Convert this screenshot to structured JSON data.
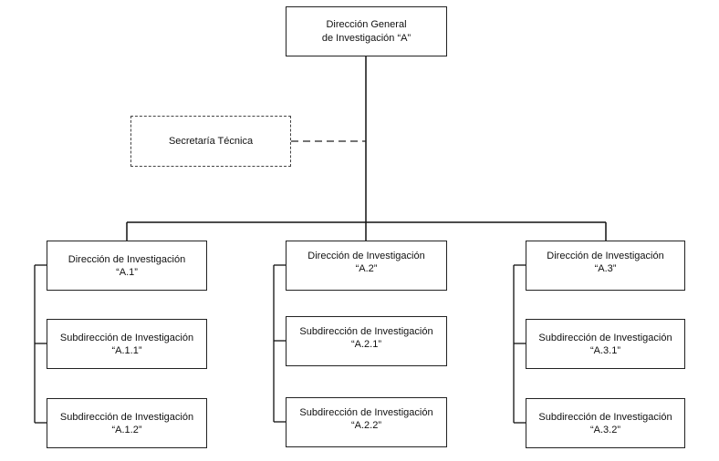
{
  "org_chart": {
    "root": {
      "line1": "Dirección General",
      "line2": "de Investigación “A”"
    },
    "staff": {
      "label": "Secretaría Técnica"
    },
    "branches": [
      {
        "head": {
          "line1": "Dirección de Investigación",
          "line2": "“A.1”"
        },
        "subs": [
          {
            "line1": "Subdirección de Investigación",
            "line2": "“A.1.1”"
          },
          {
            "line1": "Subdirección de Investigación",
            "line2": "“A.1.2”"
          }
        ]
      },
      {
        "head": {
          "line1": "Dirección de Investigación",
          "line2": "“A.2”"
        },
        "subs": [
          {
            "line1": "Subdirección de Investigación",
            "line2": "“A.2.1”"
          },
          {
            "line1": "Subdirección de Investigación",
            "line2": "“A.2.2”"
          }
        ]
      },
      {
        "head": {
          "line1": "Dirección de Investigación",
          "line2": "“A.3”"
        },
        "subs": [
          {
            "line1": "Subdirección de Investigación",
            "line2": "“A.3.1”"
          },
          {
            "line1": "Subdirección de Investigación",
            "line2": "“A.3.2”"
          }
        ]
      }
    ]
  },
  "colors": {
    "line": "#111111",
    "border": "#222222",
    "background": "#ffffff"
  }
}
